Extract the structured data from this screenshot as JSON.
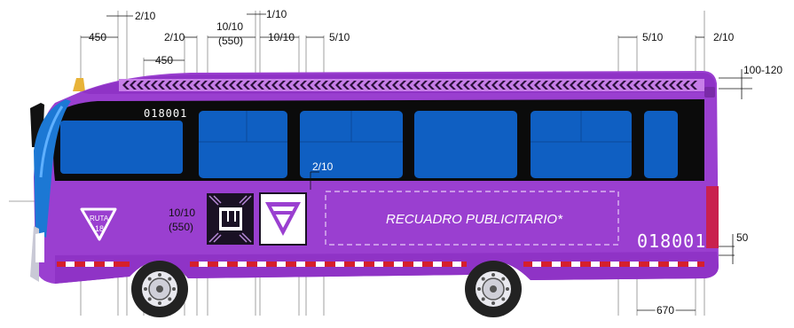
{
  "bus": {
    "header_number": "018001",
    "fleet_number": "018001",
    "route_badge": {
      "line1": "RUTA",
      "line2": "18"
    },
    "ad_box_label": "RECUADRO PUBLICITARIO*",
    "body_color": "#9a3fd0",
    "window_color": "#0f5fc2",
    "stripe_red": "#d61f2c",
    "stripe_white": "#ffffff",
    "rear_light_color": "#c9214f"
  },
  "dimensions": {
    "top_2_10": "2/10",
    "top_1_10": "1/10",
    "d450_top": "450",
    "d2_10_a": "2/10",
    "d10_10_top": "10/10",
    "d550_top": "(550)",
    "d10_10_mid": "10/10",
    "d5_10_a": "5/10",
    "d450_inner": "450",
    "d2_10_window": "2/10",
    "rear_5_10": "5/10",
    "rear_2_10": "2/10",
    "rear_100_120": "100-120",
    "logo_10_10": "10/10",
    "logo_550": "(550)",
    "rear_50": "50",
    "rear_670": "670"
  }
}
